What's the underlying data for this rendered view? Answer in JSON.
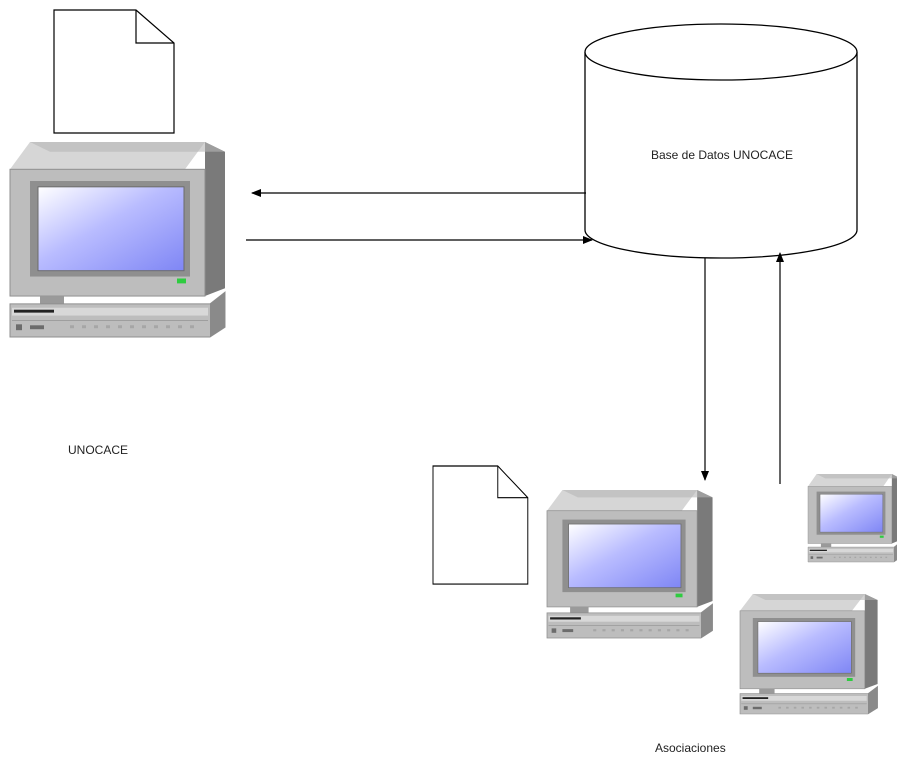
{
  "diagram": {
    "database_label": "Base de Datos UNOCACE",
    "unocace_label": "UNOCACE",
    "asociaciones_label": "Asociaciones"
  },
  "icons": {
    "main_computer": "desktop-computer-icon",
    "main_document": "document-icon",
    "database": "database-cylinder-icon",
    "assoc_document": "document-icon",
    "assoc_computers": [
      "desktop-computer-icon",
      "desktop-computer-icon",
      "desktop-computer-icon"
    ]
  },
  "colors": {
    "line": "#000000",
    "screen": "#9aa0ff",
    "case": "#c8c8c8",
    "led": "#2ecc40"
  }
}
